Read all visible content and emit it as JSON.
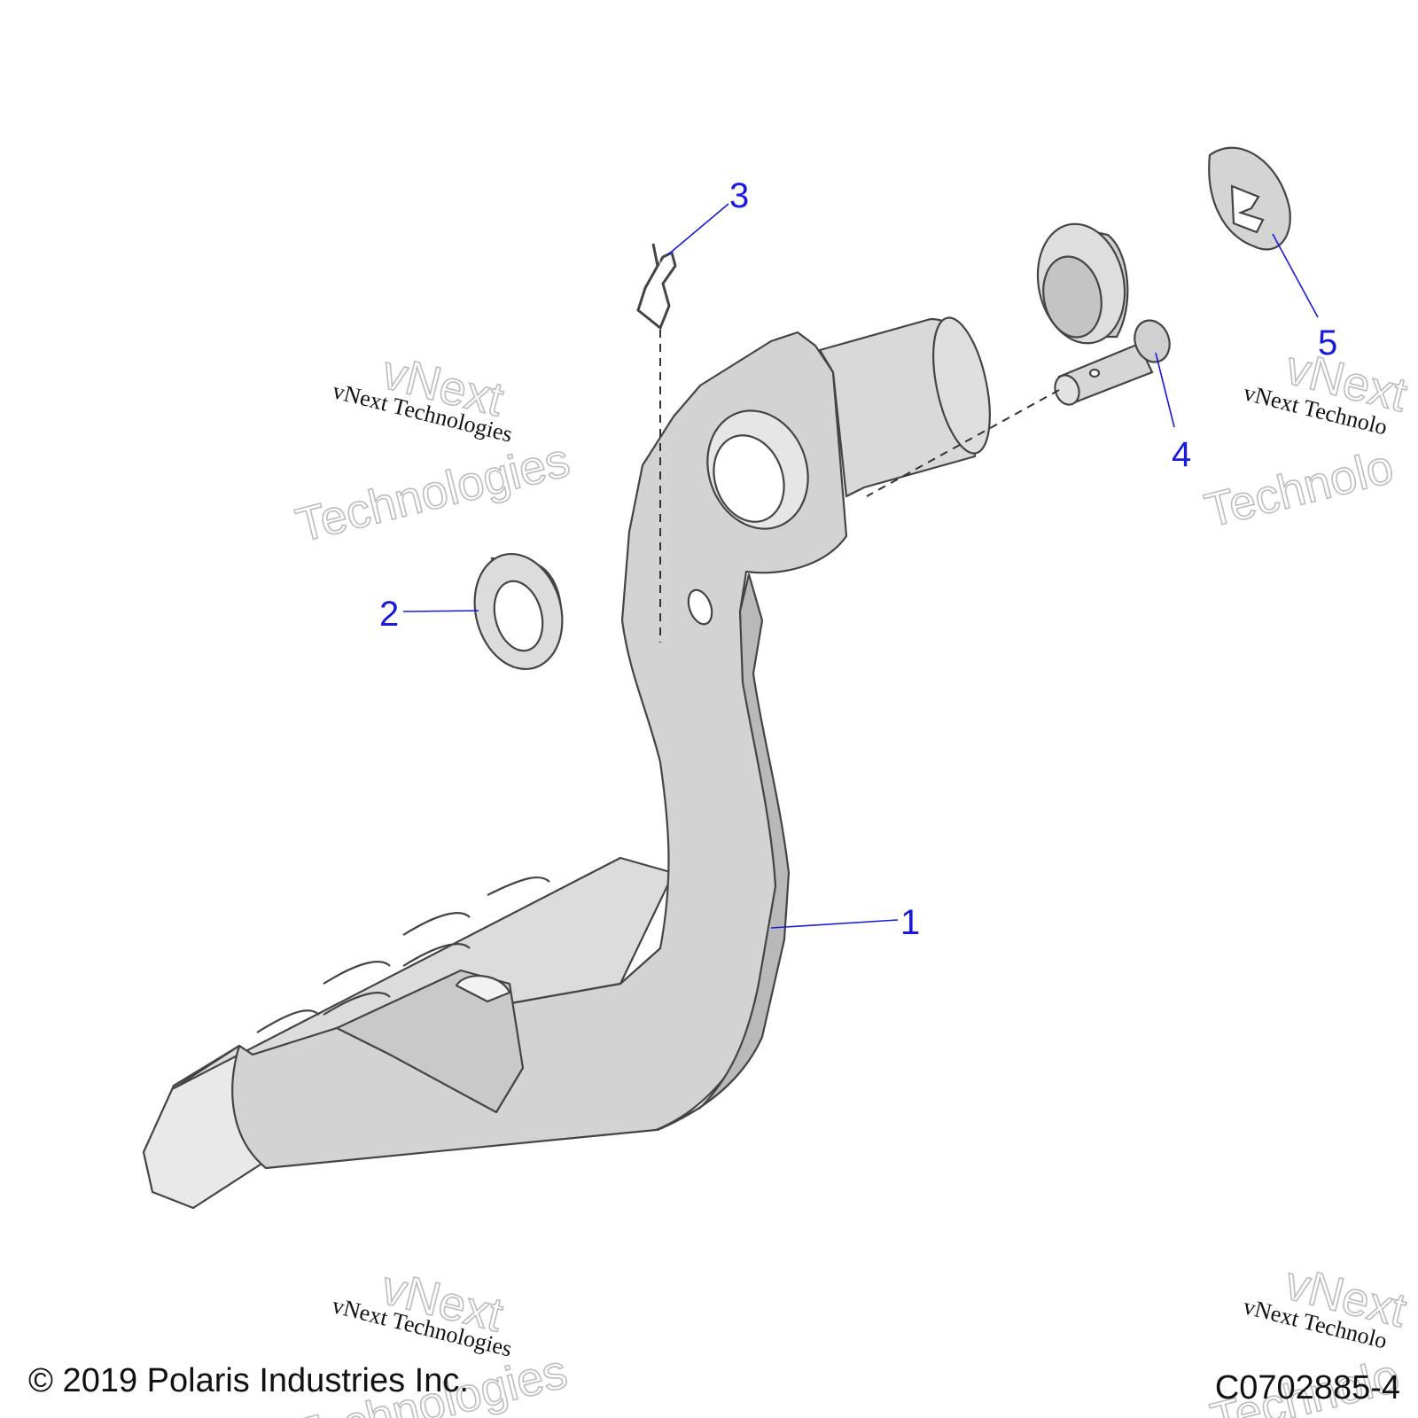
{
  "diagram": {
    "callouts": [
      {
        "id": "1",
        "label": "1"
      },
      {
        "id": "2",
        "label": "2"
      },
      {
        "id": "3",
        "label": "3"
      },
      {
        "id": "4",
        "label": "4"
      },
      {
        "id": "5",
        "label": "5"
      }
    ],
    "callout_color": "#1a1adc",
    "part_fill": "#d3d3d3",
    "part_outline": "#444444"
  },
  "watermark": {
    "line_small": "vNext Technologies",
    "line_big_1": "vNext",
    "line_big_2": "Technologies",
    "line_small_cut_right": "vNext Technolo",
    "line_big_1_cut_right": "vNext",
    "line_big_2_cut_right": "Technolo"
  },
  "footer": {
    "copyright": "© 2019 Polaris Industries Inc.",
    "figure_id": "C0702885-4"
  }
}
